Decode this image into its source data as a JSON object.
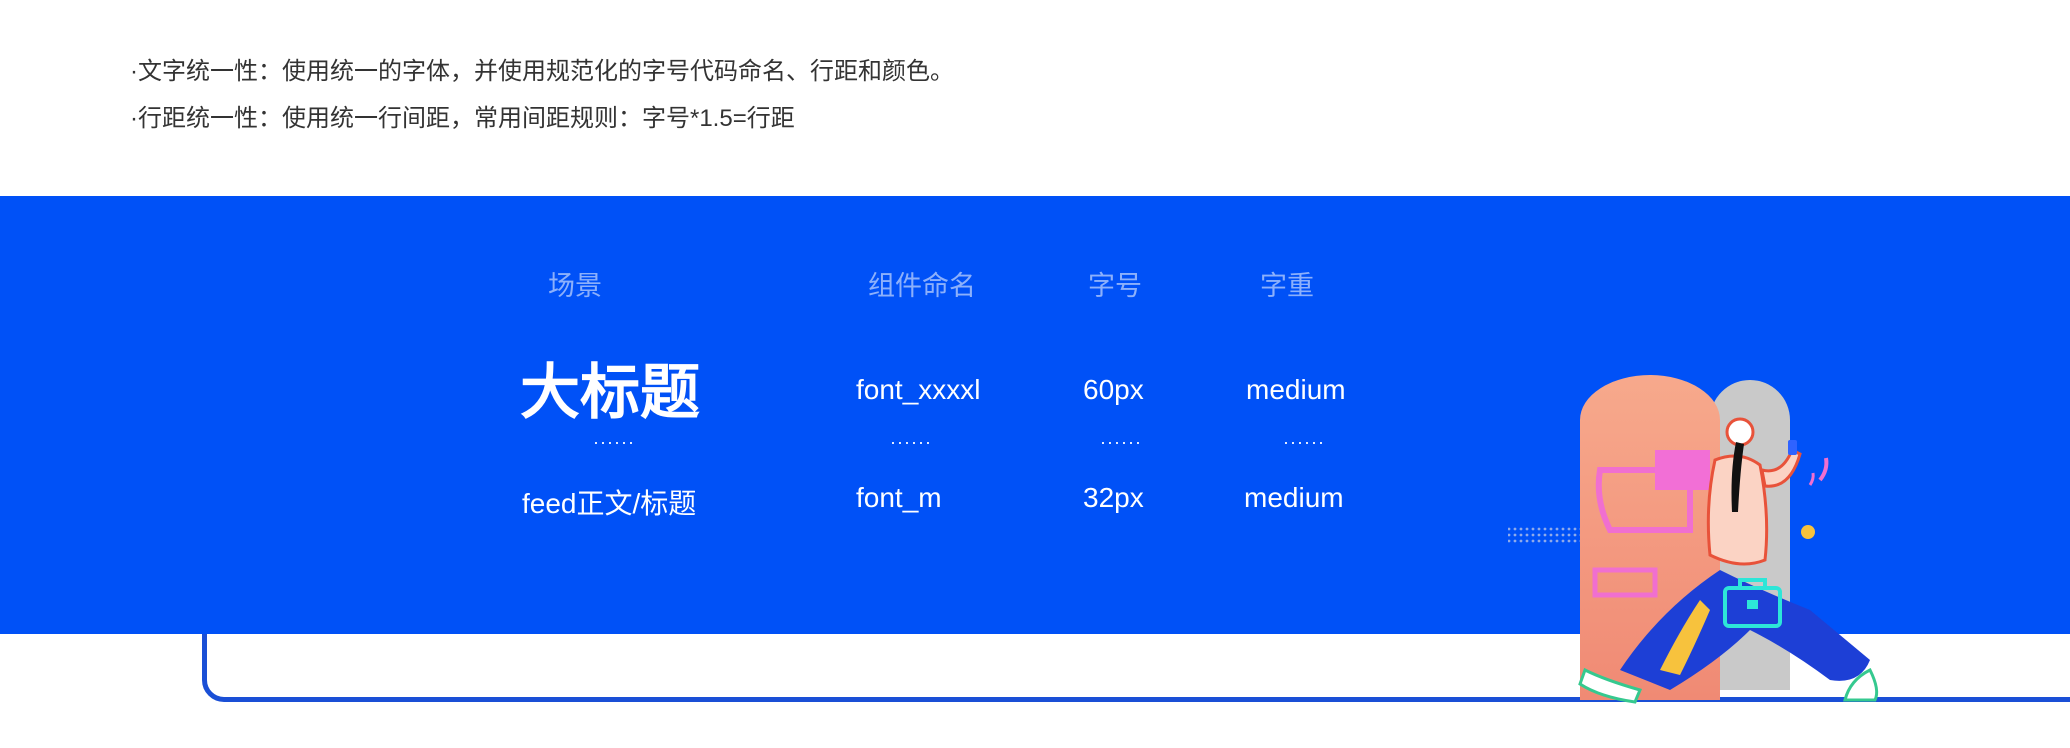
{
  "notes": {
    "line1": "·文字统一性：使用统一的字体，并使用规范化的字号代码命名、行距和颜色。",
    "line2": "·行距统一性：使用统一行间距，常用间距规则：字号*1.5=行距"
  },
  "table": {
    "headers": {
      "scene": "场景",
      "component": "组件命名",
      "size": "字号",
      "weight": "字重"
    },
    "rows": [
      {
        "scene": "大标题",
        "component": "font_xxxxl",
        "size": "60px",
        "weight": "medium"
      },
      {
        "scene": "feed正文/标题",
        "component": "font_m",
        "size": "32px",
        "weight": "medium"
      }
    ],
    "separator": "······"
  },
  "colors": {
    "band": "#0051f7",
    "outline": "#1a4fd6"
  },
  "icons": {
    "illustration": "person-walking-with-briefcase-illustration"
  }
}
